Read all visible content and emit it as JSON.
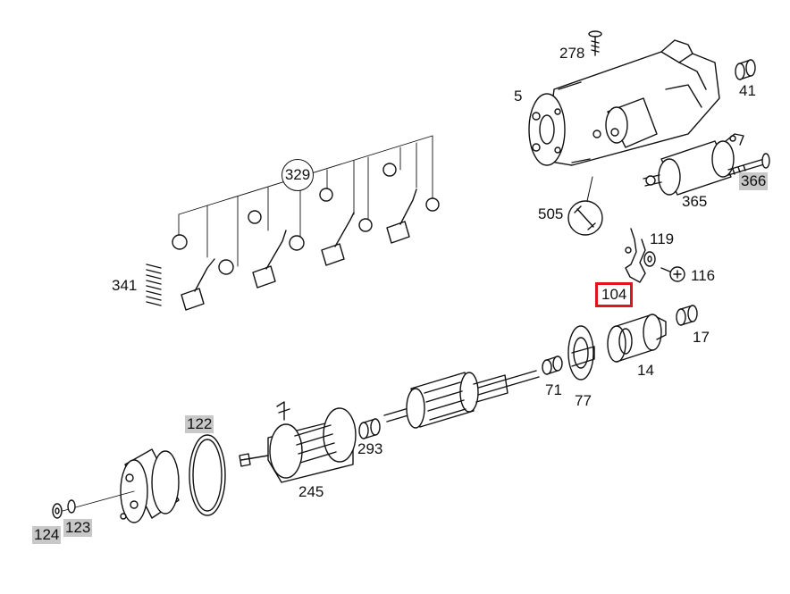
{
  "diagram": {
    "parts": [
      {
        "id": "p278",
        "label": "278",
        "highlight": "none"
      },
      {
        "id": "p41",
        "label": "41",
        "highlight": "none"
      },
      {
        "id": "p5",
        "label": "5",
        "highlight": "none"
      },
      {
        "id": "p329",
        "label": "329",
        "highlight": "circled"
      },
      {
        "id": "p366",
        "label": "366",
        "highlight": "gray"
      },
      {
        "id": "p365",
        "label": "365",
        "highlight": "none"
      },
      {
        "id": "p505",
        "label": "505",
        "highlight": "none"
      },
      {
        "id": "p119",
        "label": "119",
        "highlight": "none"
      },
      {
        "id": "p116",
        "label": "116",
        "highlight": "none"
      },
      {
        "id": "p341",
        "label": "341",
        "highlight": "none"
      },
      {
        "id": "p104",
        "label": "104",
        "highlight": "red"
      },
      {
        "id": "p17",
        "label": "17",
        "highlight": "none"
      },
      {
        "id": "p14",
        "label": "14",
        "highlight": "none"
      },
      {
        "id": "p71",
        "label": "71",
        "highlight": "none"
      },
      {
        "id": "p77",
        "label": "77",
        "highlight": "none"
      },
      {
        "id": "p122",
        "label": "122",
        "highlight": "gray"
      },
      {
        "id": "p293",
        "label": "293",
        "highlight": "none"
      },
      {
        "id": "p245",
        "label": "245",
        "highlight": "none"
      },
      {
        "id": "p124",
        "label": "124",
        "highlight": "gray"
      },
      {
        "id": "p123",
        "label": "123",
        "highlight": "gray"
      }
    ],
    "colors": {
      "line": "#111111",
      "highlight_gray": "#c8c8c8",
      "highlight_red": "#e0141e"
    }
  }
}
